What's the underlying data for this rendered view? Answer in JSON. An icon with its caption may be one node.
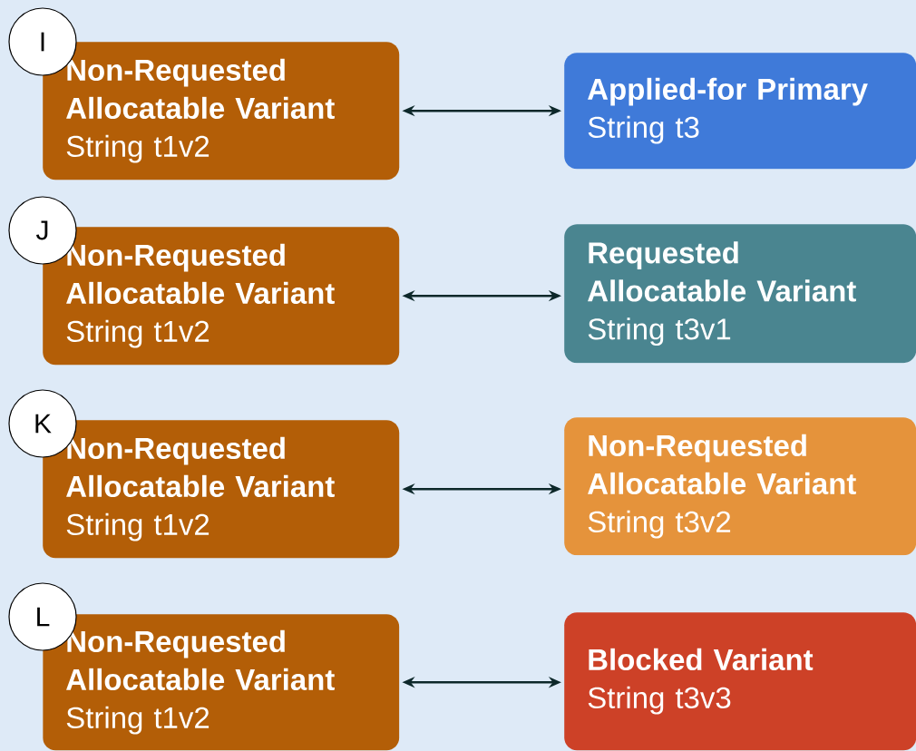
{
  "diagram": {
    "nodes": [
      {
        "text": [
          "I"
        ]
      },
      {
        "text": [
          "Non-Requested Allocatable Variant",
          "String t1v2"
        ]
      },
      {
        "text": [
          "Applied-for Primary",
          "String t3"
        ]
      },
      {
        "text": [
          "J"
        ]
      },
      {
        "text": [
          "Non-Requested Allocatable Variant",
          "String t1v2"
        ]
      },
      {
        "text": [
          "Requested Allocatable Variant",
          "String t3v1"
        ]
      },
      {
        "text": [
          "K"
        ]
      },
      {
        "text": [
          "Non-Requested Allocatable Variant",
          "String t1v2"
        ]
      },
      {
        "text": [
          "Non-Requested Allocatable Variant",
          "String t3v2"
        ]
      },
      {
        "text": [
          "L"
        ]
      },
      {
        "text": [
          "Non-Requested Allocatable Variant",
          "String t1v2"
        ]
      },
      {
        "text": [
          "Blocked Variant",
          "String t3v3"
        ]
      }
    ],
    "edges": [
      {
        "from": 1,
        "to": 2,
        "arrow": "both"
      },
      {
        "from": 4,
        "to": 5,
        "arrow": "both"
      },
      {
        "from": 7,
        "to": 8,
        "arrow": "both"
      },
      {
        "from": 10,
        "to": 11,
        "arrow": "both"
      }
    ]
  }
}
